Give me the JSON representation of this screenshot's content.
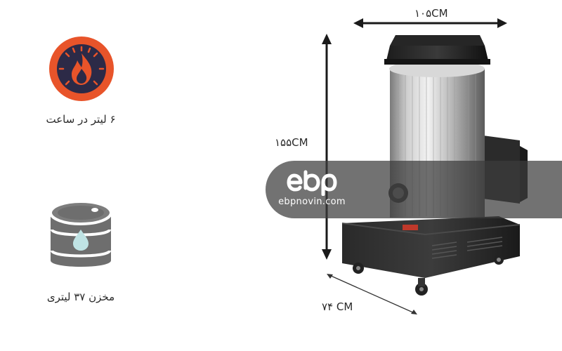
{
  "features": [
    {
      "icon": "flame-gauge-icon",
      "label": "۶ لیتر در ساعت",
      "color": "#e8542a"
    },
    {
      "icon": "oil-barrel-icon",
      "label": "مخزن ۳۷ لیتری",
      "color": "#6e6e6e"
    }
  ],
  "dimensions": {
    "width": "۱۰۵CM",
    "height": "۱۵۵CM",
    "depth": "۷۴ CM"
  },
  "watermark": {
    "logo": "ebp",
    "domain": "ebpnovin.com"
  },
  "colors": {
    "flame_orange": "#e8542a",
    "icon_navy": "#2c2a47",
    "drop_teal": "#bfe3e4",
    "barrel_gray": "#6e6e6e",
    "watermark_band": "#3c3c3c"
  }
}
